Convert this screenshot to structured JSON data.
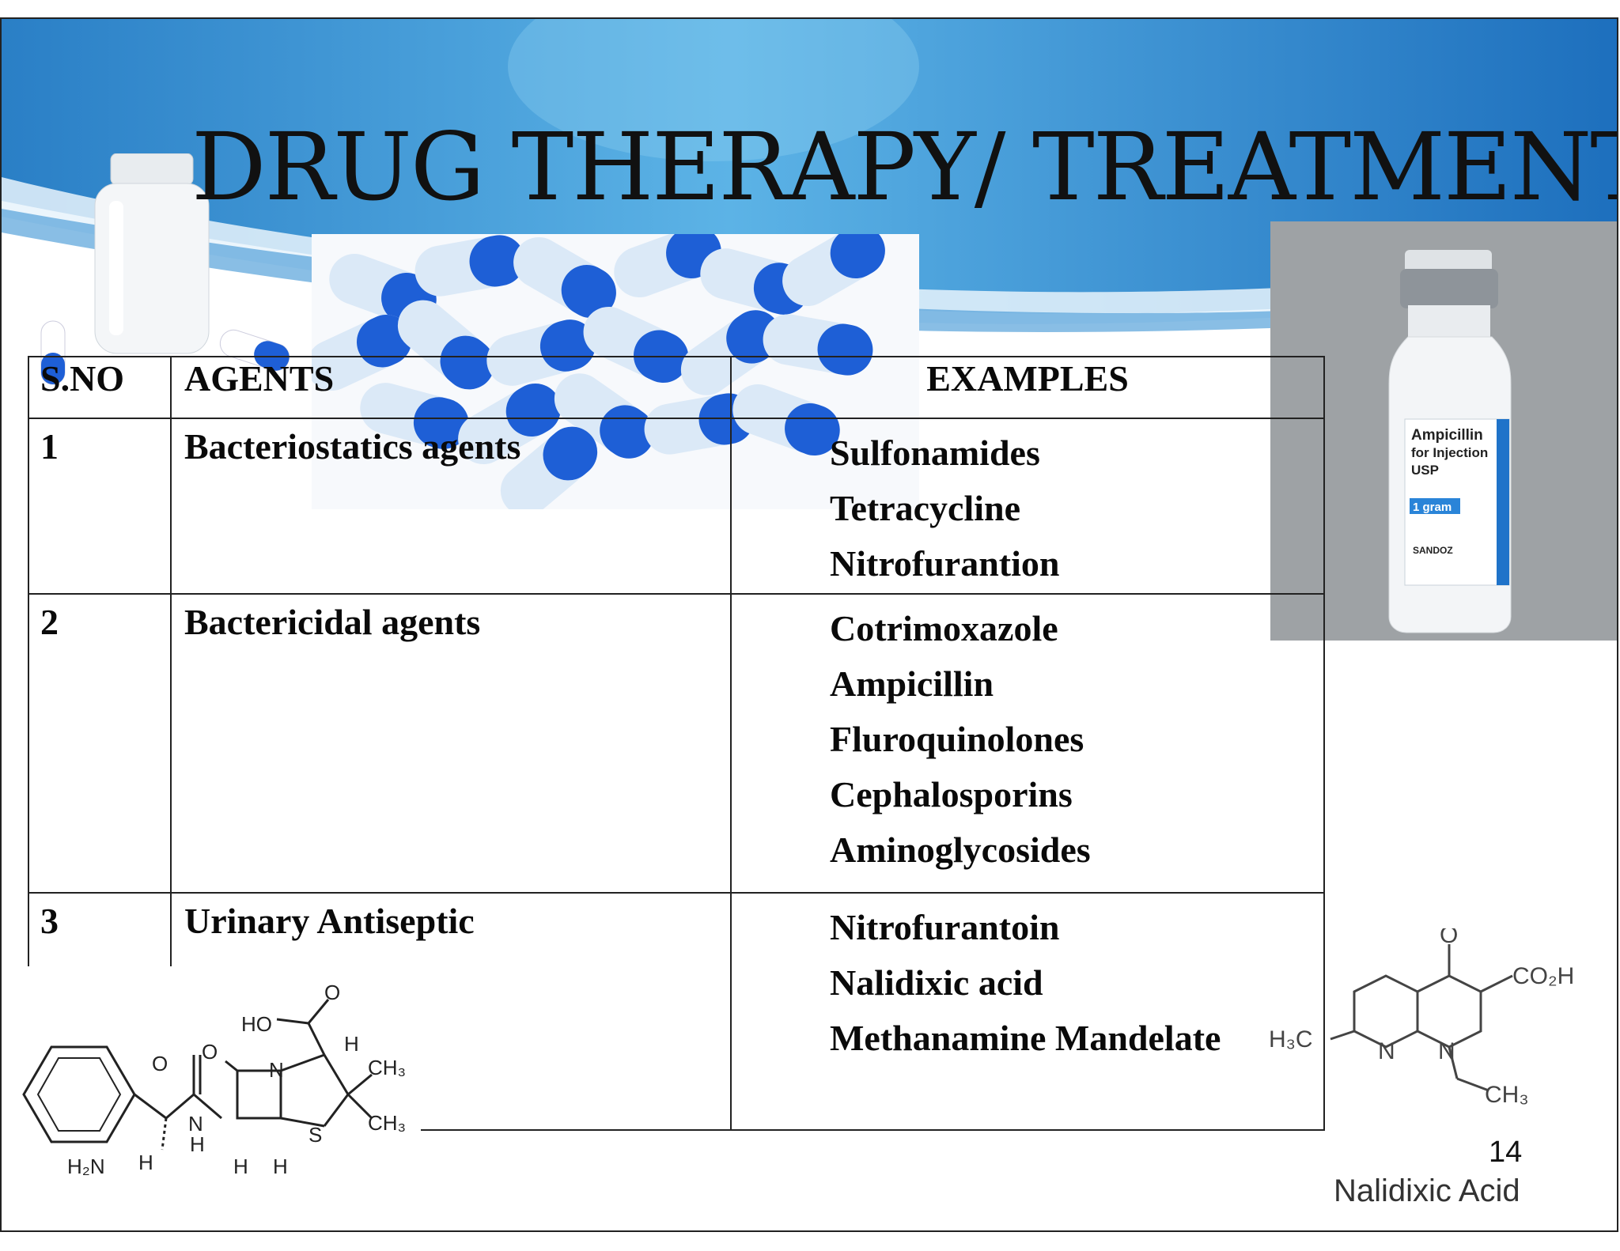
{
  "slide": {
    "title": "DRUG THERAPY/ TREATMENT",
    "page_number": "14",
    "colors": {
      "banner_dark": "#1f78c4",
      "banner_light": "#5bb1e5",
      "pill_blue": "#1e5fd6"
    }
  },
  "table": {
    "headers": {
      "sno": "S.NO",
      "agents": "AGENTS",
      "examples": "EXAMPLES"
    },
    "rows": [
      {
        "sno": "1",
        "agent": "Bacteriostatics agents",
        "examples": [
          "Sulfonamides",
          "Tetracycline",
          "Nitrofurantion"
        ]
      },
      {
        "sno": "2",
        "agent": "Bactericidal agents",
        "examples": [
          "Cotrimoxazole",
          "Ampicillin",
          "Fluroquinolones",
          "Cephalosporins",
          "Aminoglycosides"
        ]
      },
      {
        "sno": "3",
        "agent": "Urinary Antiseptic",
        "examples": [
          "Nitrofurantoin",
          "Nalidixic acid",
          "Methanamine Mandelate"
        ]
      }
    ]
  },
  "vial_label": {
    "line1": "Ampicillin",
    "line2": "for Injection",
    "line3": "USP",
    "line4": "1 gram",
    "brand": "SANDOZ"
  },
  "ampicillin_structure": {
    "ho": "HO",
    "o": "O",
    "h": "H",
    "n": "N",
    "ch3": "CH₃",
    "s": "S",
    "nh": "N",
    "h2n": "H₂N"
  },
  "nalidixic": {
    "caption": "Nalidixic Acid",
    "o": "O",
    "co2h": "CO₂H",
    "h3c": "H₃C",
    "n": "N",
    "ch3": "CH₃"
  }
}
